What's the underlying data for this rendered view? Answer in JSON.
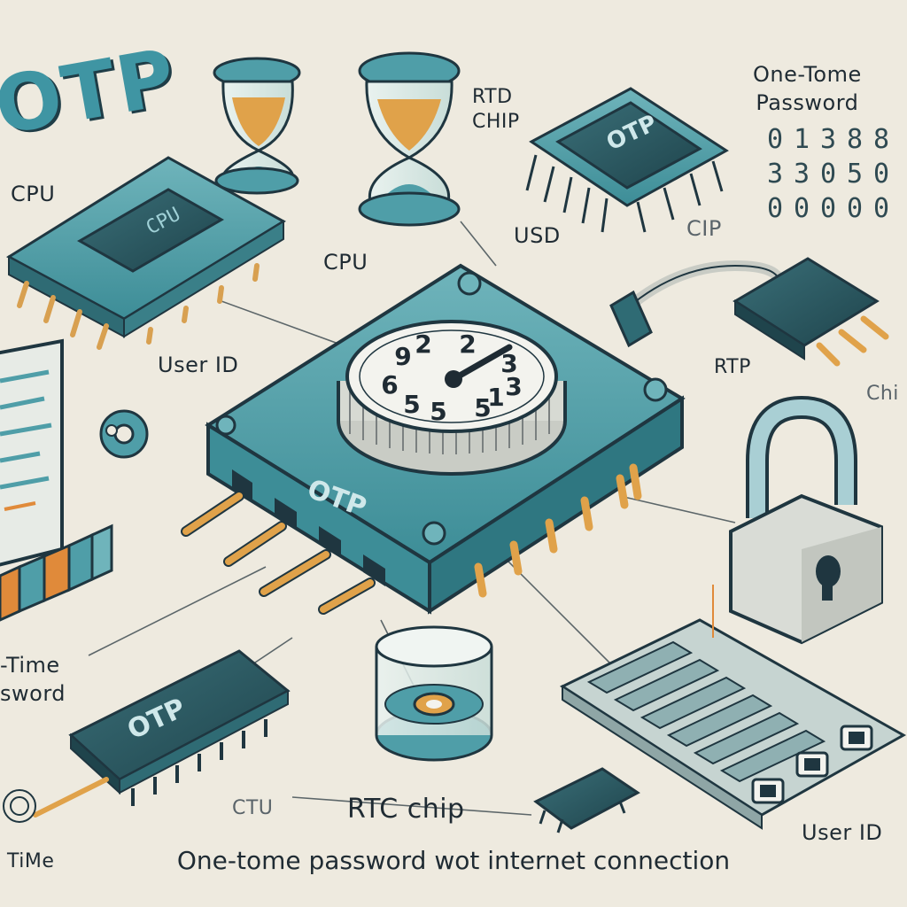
{
  "title": "OTP",
  "labels": {
    "cpu_top_left": "CPU",
    "rtd_chip": "RTD\nCHIP",
    "rtd_line1": "RTD",
    "rtd_line2": "CHIP",
    "one_tome_line1": "One-Tome",
    "one_tome_line2": "Password",
    "cpu_center": "CPU",
    "usd": "USD",
    "cip": "CIP",
    "user_id_left": "User ID",
    "rtp": "RTP",
    "chi": "Chi",
    "time_partial_line1": "-Time",
    "time_partial_line2": "sword",
    "ctu": "CTU",
    "rtc_chip": "RTC chip",
    "user_id_bottom": "User ID",
    "time_bottom": "TiMe",
    "caption": "One-tome password wot internet connection"
  },
  "chips": {
    "main_chip_label": "OTP",
    "top_chip_label": "OTP",
    "bottom_chip_label": "OTP",
    "cpu_chip_label": "CPU"
  },
  "dial": {
    "digits": [
      "9",
      "2",
      "3",
      "6",
      "5",
      "5",
      "5",
      "3",
      "2",
      "1"
    ]
  },
  "password_grid": [
    "0",
    "1",
    "3",
    "8",
    "8",
    "3",
    "3",
    "0",
    "5",
    "0",
    "0",
    "0",
    "0",
    "0",
    "0"
  ],
  "colors": {
    "background": "#eeeadf",
    "teal": "#4f9ea8",
    "teal_dark": "#2f6b74",
    "outline": "#1f3640",
    "gold": "#e0a24a",
    "orange": "#e08a3a",
    "lock_body": "#d9dcd6"
  },
  "icons": [
    "hourglass-icon",
    "hourglass-icon",
    "lock-icon",
    "keypad-icon",
    "laptop-icon",
    "gear-icon"
  ]
}
